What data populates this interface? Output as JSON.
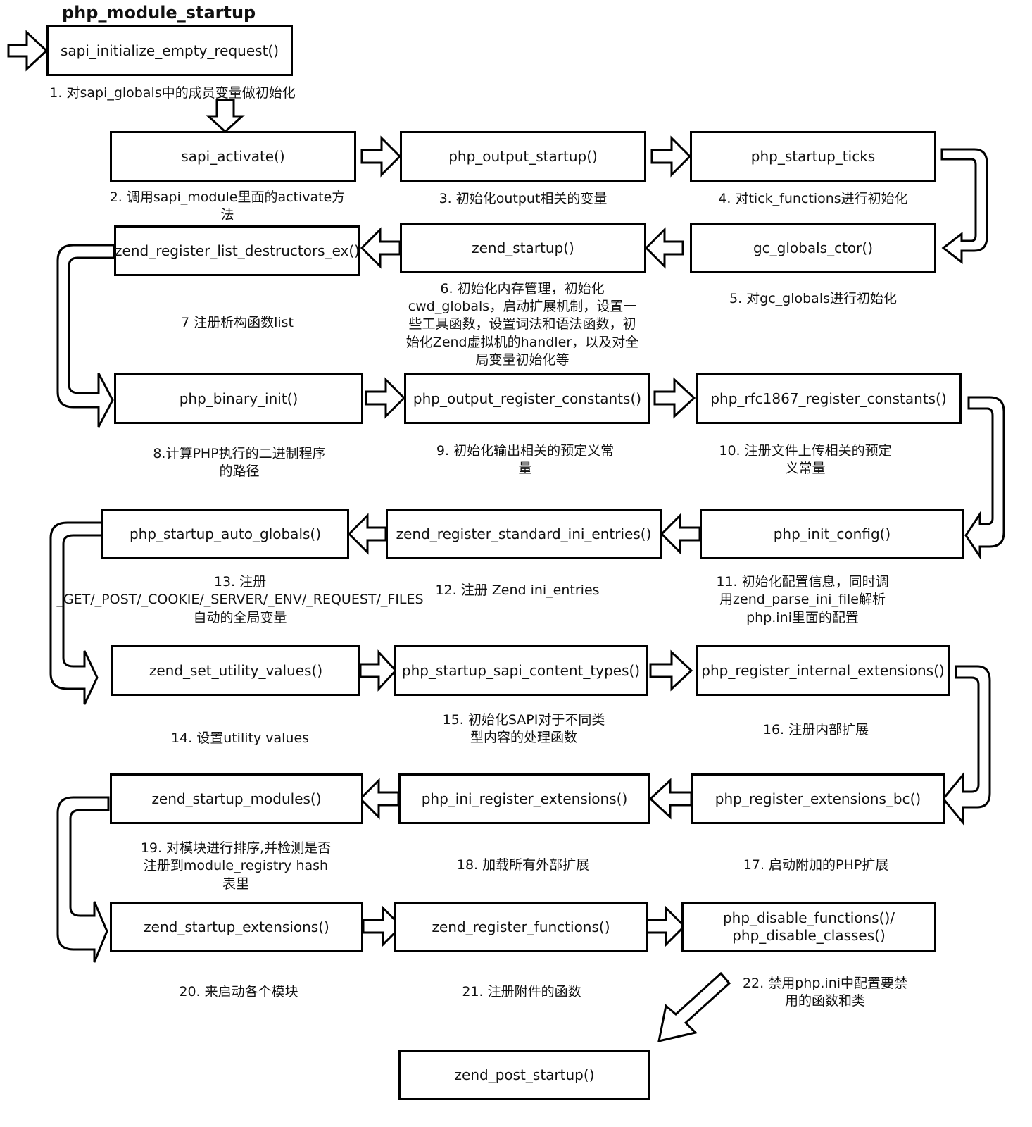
{
  "title": "php_module_startup",
  "functions": [
    "sapi_initialize_empty_request()",
    "sapi_activate()",
    "php_output_startup()",
    "php_startup_ticks",
    "gc_globals_ctor()",
    "zend_startup()",
    "zend_register_list_destructors_ex()",
    "php_binary_init()",
    "php_output_register_constants()",
    "php_rfc1867_register_constants()",
    "php_init_config()",
    "zend_register_standard_ini_entries()",
    "php_startup_auto_globals()",
    "zend_set_utility_values()",
    "php_startup_sapi_content_types()",
    "php_register_internal_extensions()",
    "php_register_extensions_bc()",
    "php_ini_register_extensions()",
    "zend_startup_modules()",
    "zend_startup_extensions()",
    "zend_register_functions()",
    "php_disable_functions()/ php_disable_classes()",
    "zend_post_startup()"
  ],
  "notes": [
    "1. 对sapi_globals中的成员变量做初始化",
    "2. 调用sapi_module里面的activate方法",
    "3. 初始化output相关的变量",
    "4. 对tick_functions进行初始化",
    "5. 对gc_globals进行初始化",
    "6. 初始化内存管理，初始化cwd_globals，启动扩展机制，设置一些工具函数，设置词法和语法函数，初始化Zend虚拟机的handler，以及对全局变量初始化等",
    "7 注册析构函数list",
    "8.计算PHP执行的二进制程序的路径",
    "9. 初始化输出相关的预定义常量",
    "10. 注册文件上传相关的预定义常量",
    "11. 初始化配置信息，同时调用zend_parse_ini_file解析php.ini里面的配置",
    "12. 注册 Zend ini_entries",
    "13. 注册_GET/_POST/_COOKIE/_SERVER/_ENV/_REQUEST/_FILES自动的全局变量",
    "14. 设置utility values",
    "15. 初始化SAPI对于不同类型内容的处理函数",
    "16. 注册内部扩展",
    "17. 启动附加的PHP扩展",
    "18. 加载所有外部扩展",
    "19. 对模块进行排序,并检测是否注册到module_registry hash 表里",
    "20. 来启动各个模块",
    "21. 注册附件的函数",
    "22. 禁用php.ini中配置要禁用的函数和类"
  ]
}
